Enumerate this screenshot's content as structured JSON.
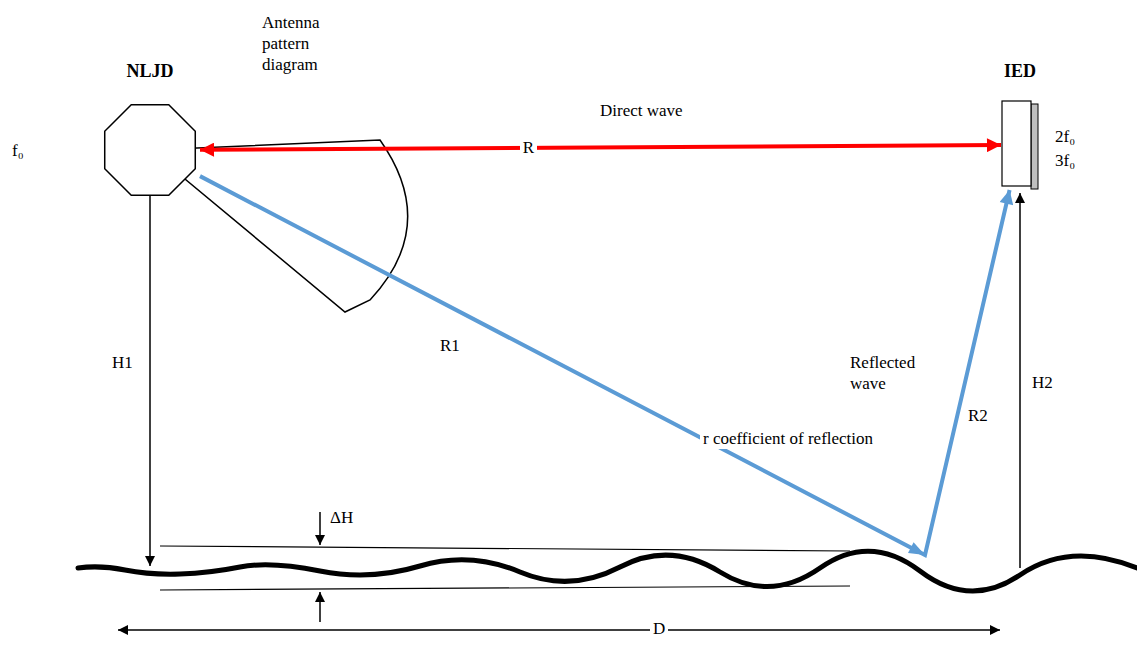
{
  "diagram": {
    "nodes": [
      {
        "text": [
          "NLJD"
        ]
      },
      {
        "text": [
          "IED"
        ]
      }
    ],
    "edges": [
      {
        "from": 1,
        "to": 0,
        "arrow": "both",
        "label": "R"
      },
      {
        "from": 0,
        "to": 1,
        "arrow": "to"
      }
    ],
    "labels": [
      "f₀",
      "Antenna pattern diagram",
      "Direct wave",
      "2f₀",
      "3f₀",
      "Reflected wave",
      "H1",
      "R1",
      "R2",
      "H2",
      "r coefficient of reflection",
      "ΔH",
      "D"
    ]
  }
}
